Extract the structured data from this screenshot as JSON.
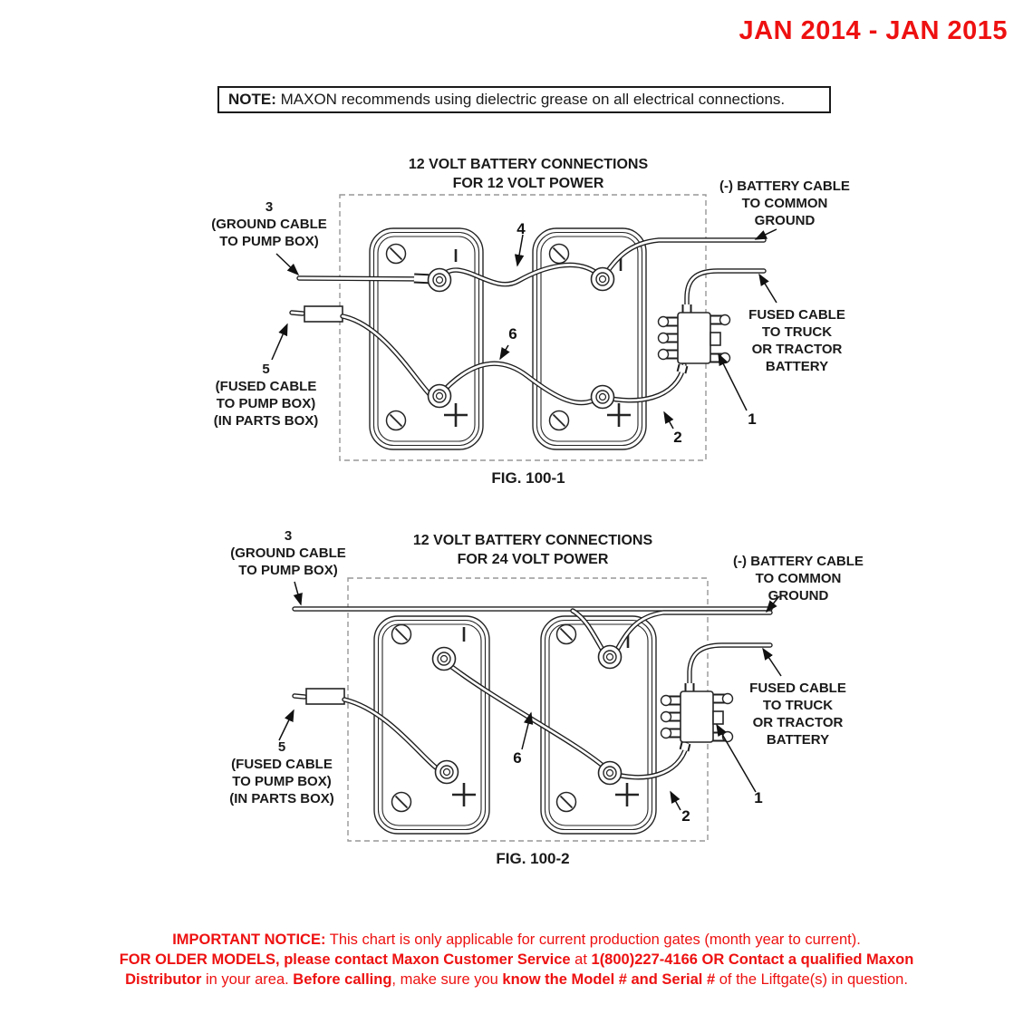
{
  "colors": {
    "accent_red": "#ee1111",
    "line": "#1e1e1e",
    "dash_border": "#979797"
  },
  "header": {
    "date_range": "JAN 2014 - JAN 2015"
  },
  "note": {
    "label": "NOTE:",
    "text": " MAXON recommends using dielectric grease on all electrical connections."
  },
  "fig1": {
    "title1": "12 VOLT BATTERY CONNECTIONS",
    "title2": "FOR 12 VOLT POWER",
    "caption": "FIG. 100-1",
    "labels": {
      "ground": [
        "3",
        "(GROUND CABLE",
        "TO PUMP BOX)"
      ],
      "neg": [
        "(-) BATTERY CABLE",
        "TO COMMON",
        "GROUND"
      ],
      "fused_truck": [
        "FUSED CABLE",
        "TO TRUCK",
        "OR TRACTOR",
        "BATTERY"
      ],
      "fused_pump": [
        "5",
        "(FUSED CABLE",
        "TO PUMP BOX)",
        "(IN PARTS BOX)"
      ]
    },
    "callouts": {
      "n4": "4",
      "n6": "6",
      "n2": "2",
      "n1": "1"
    }
  },
  "fig2": {
    "title1": "12 VOLT BATTERY CONNECTIONS",
    "title2": "FOR 24 VOLT POWER",
    "caption": "FIG. 100-2",
    "labels": {
      "ground": [
        "3",
        "(GROUND CABLE",
        "TO PUMP BOX)"
      ],
      "neg": [
        "(-) BATTERY CABLE",
        "TO COMMON",
        "GROUND"
      ],
      "fused_truck": [
        "FUSED CABLE",
        "TO TRUCK",
        "OR TRACTOR",
        "BATTERY"
      ],
      "fused_pump": [
        "5",
        "(FUSED CABLE",
        "TO PUMP BOX)",
        "(IN PARTS BOX)"
      ]
    },
    "callouts": {
      "n6": "6",
      "n2": "2",
      "n1": "1"
    }
  },
  "notice": {
    "line1": [
      {
        "t": "IMPORTANT NOTICE:",
        "b": true
      },
      {
        "t": " This chart is only applicable for current production gates (month year to current).",
        "b": false
      }
    ],
    "line2": [
      {
        "t": "FOR OLDER MODELS, please contact Maxon Customer Service",
        "b": true
      },
      {
        "t": " at ",
        "b": false
      },
      {
        "t": "1(800)227-4166 OR Contact a qualified Maxon",
        "b": true
      }
    ],
    "line3": [
      {
        "t": "Distributor",
        "b": true
      },
      {
        "t": " in your area. ",
        "b": false
      },
      {
        "t": "Before calling",
        "b": true
      },
      {
        "t": ", make sure you ",
        "b": false
      },
      {
        "t": "know the Model # and Serial #",
        "b": true
      },
      {
        "t": " of the Liftgate(s) in question.",
        "b": false
      }
    ]
  }
}
